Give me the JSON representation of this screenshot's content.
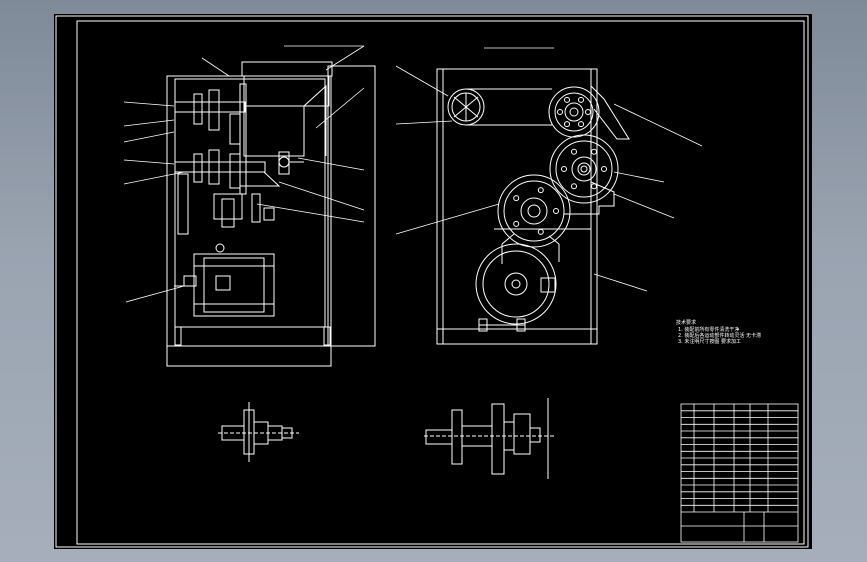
{
  "app": {
    "window_title": "",
    "background_color": "#8f99a6",
    "canvas_color": "#000000",
    "line_color": "#ffffff"
  },
  "drawing": {
    "views": [
      {
        "name": "side-section-view",
        "description": ""
      },
      {
        "name": "front-view",
        "description": ""
      },
      {
        "name": "shaft-detail-left",
        "description": ""
      },
      {
        "name": "shaft-detail-right",
        "description": ""
      }
    ],
    "technical_notes": {
      "heading": "技术要求",
      "lines": [
        "1. 装配前所有零件清洗干净",
        "2. 装配后各运动部件转动灵活 无卡滞",
        "3. 未注明尺寸按图 要求加工"
      ]
    },
    "title_block": {
      "rows": 16,
      "part_name": "",
      "drawing_number": ""
    }
  }
}
